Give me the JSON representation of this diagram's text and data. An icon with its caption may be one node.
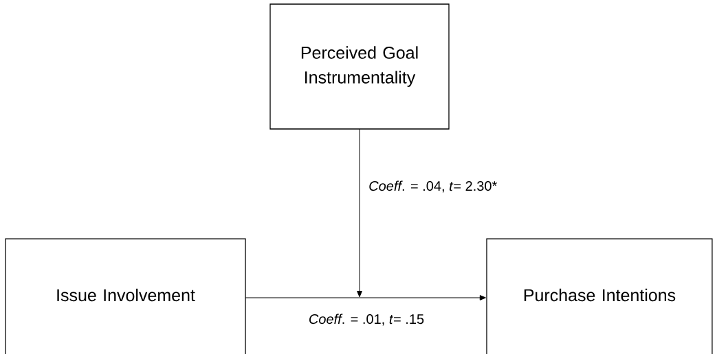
{
  "diagram": {
    "nodes": [
      {
        "text": [
          "Perceived Goal Instrumentality"
        ]
      },
      {
        "text": [
          "Issue Involvement"
        ]
      },
      {
        "text": [
          "Purchase Intentions"
        ]
      }
    ],
    "edges": [
      {
        "from": 0,
        "to": null,
        "arrow": "to",
        "label": "*Coeff*. = .04, *t*= 2.30*"
      },
      {
        "from": 1,
        "to": 2,
        "arrow": "to",
        "label": "*Coeff*. = .01, *t*= .15"
      }
    ]
  }
}
